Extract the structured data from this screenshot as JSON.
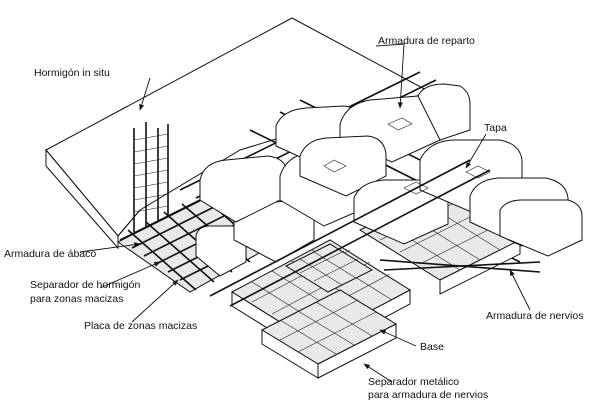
{
  "labels": {
    "hormigon": "Hormigón in situ",
    "armadura_reparto": "Armadura de reparto",
    "tapa": "Tapa",
    "armadura_abaco": "Armadura de ábaco",
    "separador_hormigon_1": "Separador de hormigón",
    "separador_hormigon_2": "para zonas macizas",
    "placa": "Placa de zonas macizas",
    "armadura_nervios": "Armadura de nervios",
    "base": "Base",
    "separador_metalico_1": "Separador metálico",
    "separador_metalico_2": "para armadura de nervios"
  }
}
